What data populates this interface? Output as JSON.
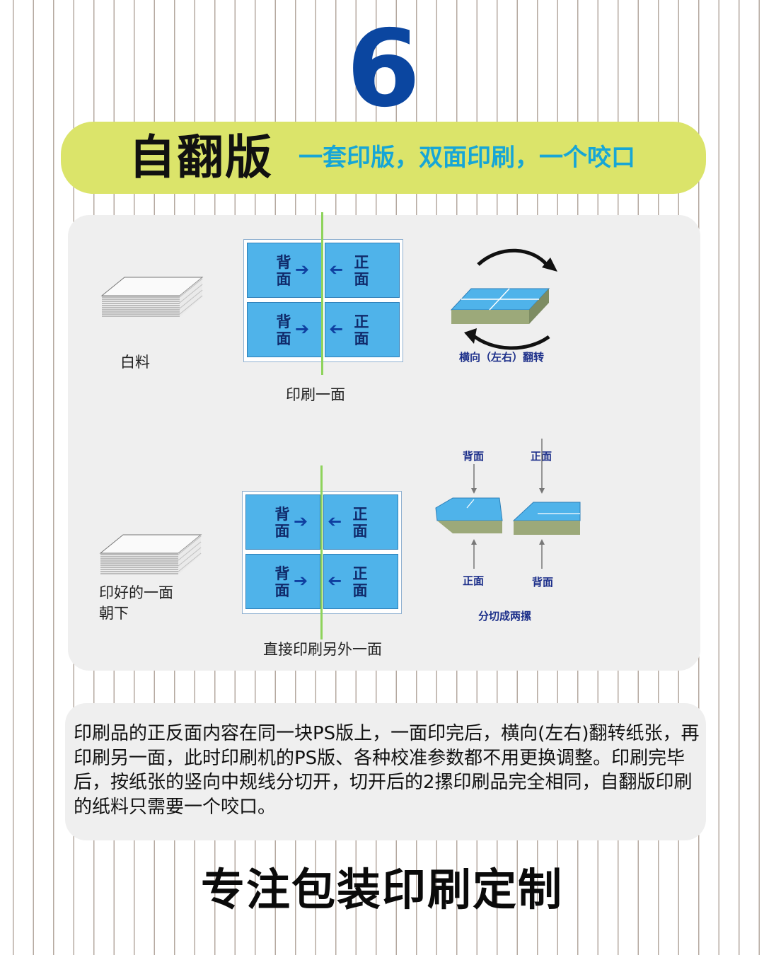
{
  "header": {
    "number": "6",
    "title": "自翻版",
    "subtitle": "一套印版，双面印刷，一个咬口"
  },
  "diagram": {
    "top": {
      "paper_label": "白料",
      "plate_caption": "印刷一面",
      "plate_cells": [
        {
          "left": "背面",
          "right": "正面"
        },
        {
          "left": "背面",
          "right": "正面"
        }
      ],
      "flip_label": "横向（左右）翻转"
    },
    "bottom": {
      "paper_label_line1": "印好的一面",
      "paper_label_line2": "朝下",
      "plate_caption": "直接印刷另外一面",
      "plate_cells": [
        {
          "left": "背面",
          "right": "正面"
        },
        {
          "left": "背面",
          "right": "正面"
        }
      ],
      "split_top_left": "背面",
      "split_top_right": "正面",
      "split_bottom_left": "正面",
      "split_bottom_right": "背面",
      "split_label": "分切成两摞"
    }
  },
  "description": "印刷品的正反面内容在同一块PS版上，一面印完后，横向(左右)翻转纸张，再印刷另一面，此时印刷机的PS版、各种校准参数都不用更换调整。印刷完毕后，按纸张的竖向中规线分切开，切开后的2摞印刷品完全相同，自翻版印刷的纸料只需要一个咬口。",
  "footer": "专注包装印刷定制",
  "colors": {
    "number": "#0b46a0",
    "title_bar": "#dbe46a",
    "subtitle": "#16a6d6",
    "plate_cell": "#4fb3ea",
    "guide_line": "#8ed35c",
    "panel": "#efefef"
  },
  "icons": [
    "right-arrow-icon",
    "left-arrow-icon",
    "rotate-arrow-icon",
    "down-arrow-icon",
    "up-arrow-icon"
  ]
}
